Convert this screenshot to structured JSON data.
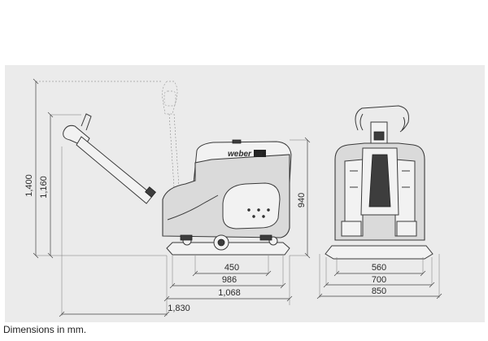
{
  "dimensions": {
    "side_height_handle_up": "1,400",
    "side_height_handle_mid": "1,160",
    "side_machine_height": "940",
    "side_plate_450": "450",
    "side_plate_986": "986",
    "side_length_1068": "1,068",
    "side_total_length": "1,830",
    "front_560": "560",
    "front_700": "700",
    "front_850": "850"
  },
  "brand_logo": "weber mt",
  "caption": "Dimensions in mm."
}
